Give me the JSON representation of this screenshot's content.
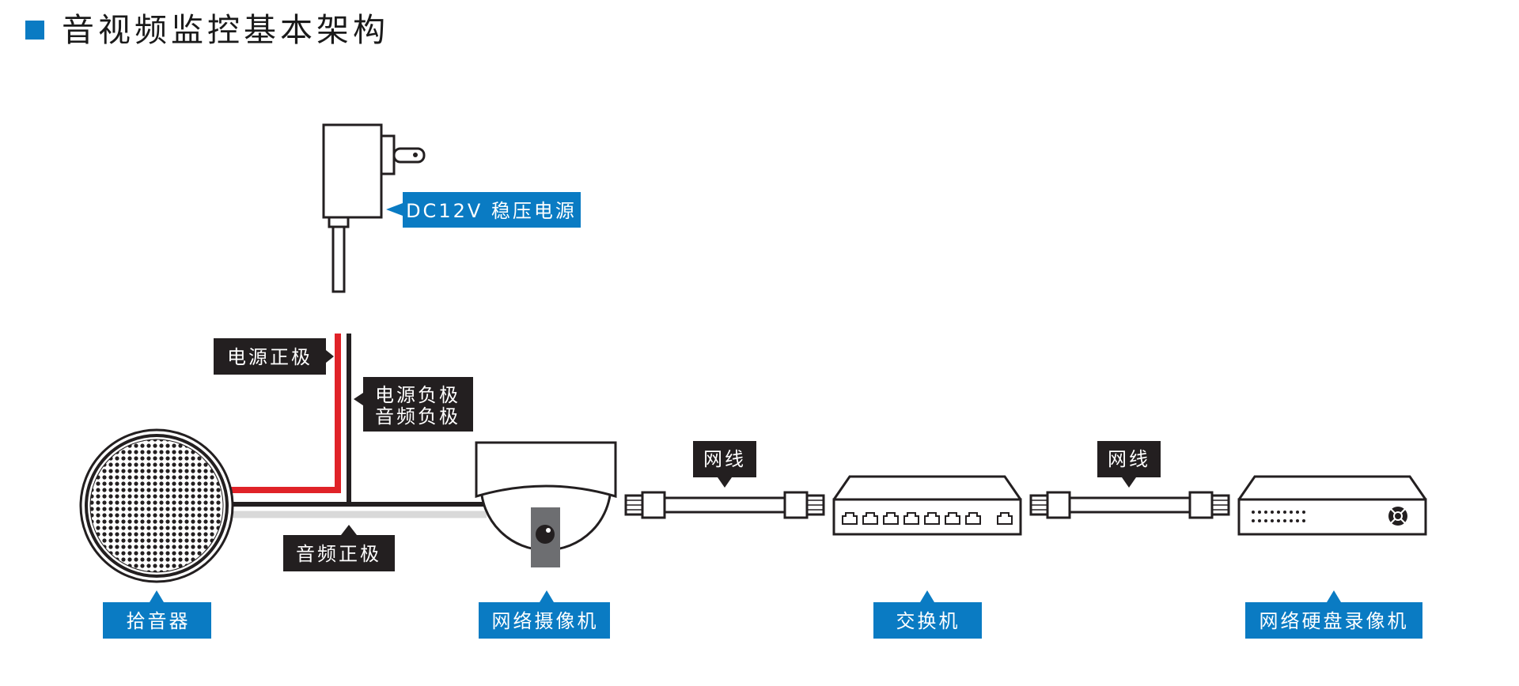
{
  "title": "音视频监控基本架构",
  "colors": {
    "accent_blue": "#0a7bc3",
    "label_black": "#231f20",
    "wire_red": "#e02228",
    "wire_black": "#231f20",
    "wire_gray": "#d9d9d9",
    "outline": "#231f20"
  },
  "components": {
    "power_supply": "DC12V 稳压电源",
    "pickup": "拾音器",
    "camera": "网络摄像机",
    "switch": "交换机",
    "nvr": "网络硬盘录像机"
  },
  "wires": {
    "power_positive": "电源正极",
    "power_negative": "电源负极",
    "audio_negative": "音频负极",
    "audio_positive": "音频正极"
  },
  "network": {
    "cable_1": "网线",
    "cable_2": "网线"
  }
}
